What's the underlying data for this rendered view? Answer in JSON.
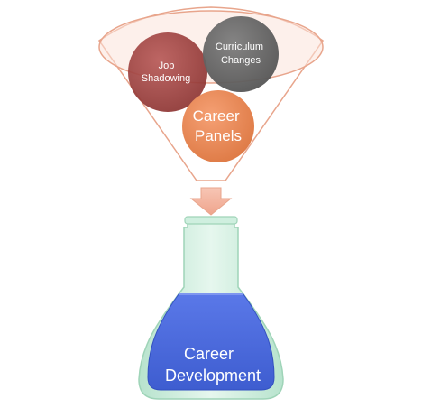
{
  "funnel_inputs": [
    {
      "label_line1": "Job",
      "label_line2": "Shadowing",
      "color": "#A0403F"
    },
    {
      "label_line1": "Curriculum",
      "label_line2": "Changes",
      "color": "#6A6A6A"
    },
    {
      "label_line1": "Career",
      "label_line2": "Panels",
      "color": "#E88A55"
    }
  ],
  "flask_output": {
    "label_line1": "Career",
    "label_line2": "Development",
    "liquid_color": "#4F6FE0",
    "glass_color": "#C8EBD9"
  },
  "arrow_color": "#F4B7A2",
  "funnel_stroke_color": "#E8A58C"
}
